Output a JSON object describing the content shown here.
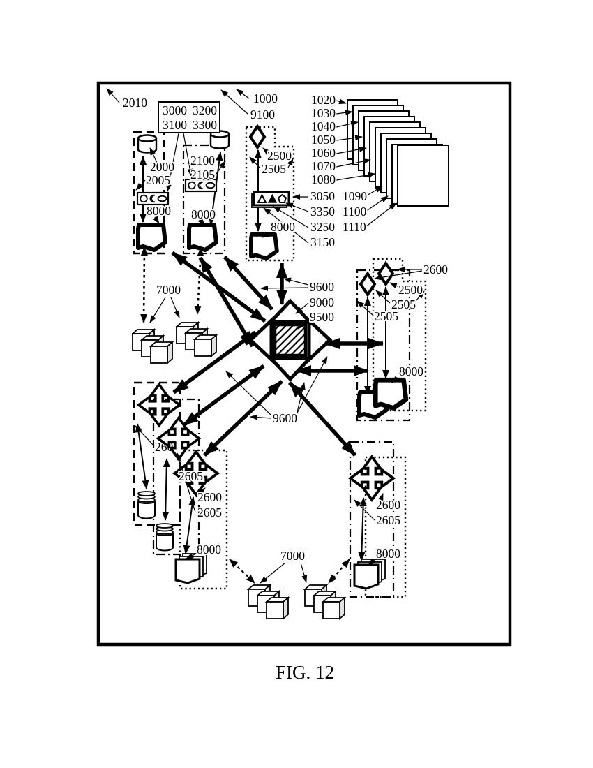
{
  "caption": "FIG. 12",
  "labels": {
    "l2010": "2010",
    "l1000": "1000",
    "l9100": "9100",
    "l3000": "3000",
    "l3200": "3200",
    "l3100": "3100",
    "l3300": "3300",
    "l1020": "1020",
    "l1030": "1030",
    "l1040": "1040",
    "l1050": "1050",
    "l1060": "1060",
    "l1070": "1070",
    "l1080": "1080",
    "l1090": "1090",
    "l1100": "1100",
    "l1110": "1110",
    "l2000": "2000",
    "l2005": "2005",
    "l2100": "2100",
    "l2105": "2105",
    "l2500": "2500",
    "l2505": "2505",
    "l3050": "3050",
    "l3350": "3350",
    "l3250": "3250",
    "l3150": "3150",
    "l8000": "8000",
    "l9600": "9600",
    "l9000": "9000",
    "l9500": "9500",
    "l2600": "2600",
    "l2605": "2605",
    "l7000": "7000"
  },
  "colors": {
    "ink": "#000000",
    "paper": "#ffffff",
    "cube_shade": "#e2e2e2"
  },
  "icon_names": [
    "cylinder-icon",
    "database-stack-icon",
    "document-icon",
    "document-stack-icon",
    "shape-strip-icon",
    "diamond-icon",
    "four-way-arrow-icon",
    "hub-icon",
    "cube-group-icon",
    "page-stack-icon"
  ]
}
